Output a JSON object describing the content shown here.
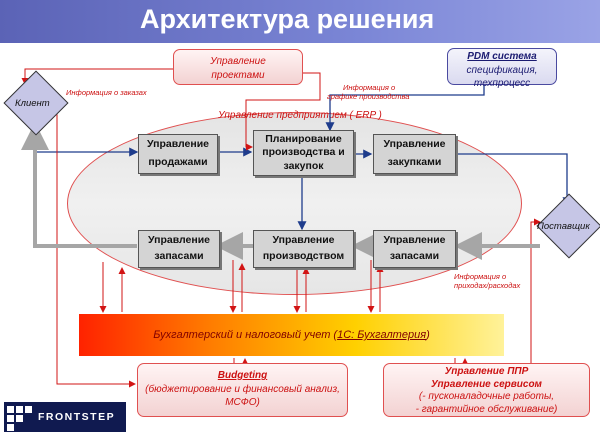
{
  "title": "Архитектура решения",
  "erp": {
    "label": "Управление предприятием ( ERP )"
  },
  "top_boxes": {
    "projects": {
      "line1": "Управление",
      "line2": "проектами"
    },
    "pdm": {
      "title": "PDM система",
      "line1": "спецификация,",
      "line2": "техпроцесс"
    }
  },
  "actors": {
    "client": "Клиент",
    "supplier": "Поставщик"
  },
  "modules": {
    "sales": {
      "line1": "Управление",
      "line2": "продажами"
    },
    "planning": {
      "line1": "Планирование",
      "line2": "производства и",
      "line3": "закупок"
    },
    "purchasing": {
      "line1": "Управление",
      "line2": "закупками"
    },
    "inventory_left": {
      "line1": "Управление",
      "line2": "запасами"
    },
    "production": {
      "line1": "Управление",
      "line2": "производством"
    },
    "inventory_right": {
      "line1": "Управление",
      "line2": "запасами"
    }
  },
  "notes": {
    "orders": "Информация о заказах",
    "schedule_1": "Информация о",
    "schedule_2": "графике производства",
    "income_1": "Информация о",
    "income_2": "приходах/расходах"
  },
  "accounting": {
    "prefix": "Бухгалтерский  и налоговый учет (",
    "link": "1С: Бухгалтерия",
    "suffix": ")"
  },
  "budgeting": {
    "title": "Budgeting",
    "line1": "(бюджетирование и финансовый анализ,",
    "line2": "МСФО)"
  },
  "ppr": {
    "title1": "Управление ППР",
    "title2": "Управление сервисом",
    "line1": "(- пусконаладочные работы,",
    "line2": "- гарантийное обслуживание)"
  },
  "logo": {
    "text": "FRONTSTEP"
  },
  "colors": {
    "title_bar": "#6a73c6",
    "red": "#cc1111",
    "blue": "#1a1a70",
    "module_gray": "#d4d4d4"
  }
}
